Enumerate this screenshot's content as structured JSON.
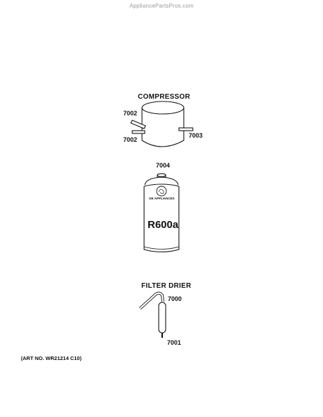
{
  "watermark": "AppliancePartsPros.com",
  "compressor": {
    "title": "COMPRESSOR",
    "callouts": [
      "7002",
      "7002",
      "7003"
    ]
  },
  "can": {
    "callout": "7004",
    "brand_text": "GE APPLIANCES",
    "refrigerant": "R600a"
  },
  "filter_drier": {
    "title": "FILTER DRIER",
    "callouts": [
      "7000",
      "7001"
    ]
  },
  "art_number": "(ART NO. WR21214 C10)"
}
